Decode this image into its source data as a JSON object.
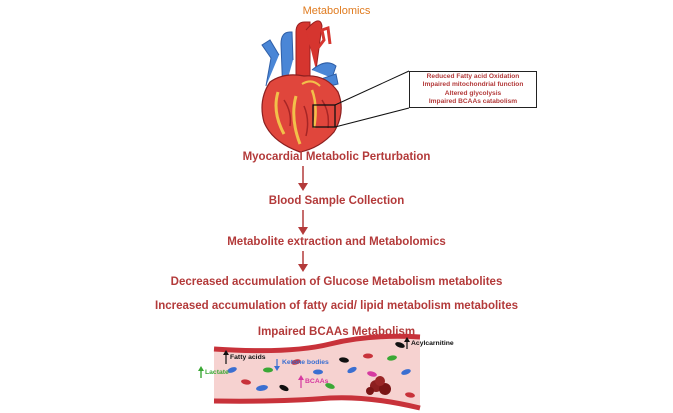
{
  "title": "Metabolomics",
  "callout": {
    "items": [
      "Reduced Fatty acid Oxidation",
      "Impaired mitochondrial function",
      "Altered glycolysis",
      "Impaired BCAAs catabolism"
    ]
  },
  "steps": {
    "perturbation": "Myocardial Metabolic Perturbation",
    "collection": "Blood Sample Collection",
    "extraction": "Metabolite extraction and Metabolomics",
    "glucose": "Decreased accumulation of Glucose Metabolism metabolites",
    "fatty": "Increased accumulation of fatty acid/ lipid metabolism metabolites",
    "bcaa": "Impaired BCAAs Metabolism"
  },
  "vessel": {
    "fatty_acids": "Fatty acids",
    "ketone_bodies": "Ketone bodies",
    "lactate": "Lactate",
    "bcaas": "BCAAs",
    "acylcarnitine": "Acylcarnitine"
  },
  "colors": {
    "accent_text": "#b33a3a",
    "title": "#e07b1f",
    "arrow": "#b33a3a",
    "lactate": "#3aa835",
    "ketone": "#3b6fd1",
    "bcaas": "#d63aa0",
    "vessel": "#c8323a",
    "blood_plasma": "#f6d2d0"
  }
}
